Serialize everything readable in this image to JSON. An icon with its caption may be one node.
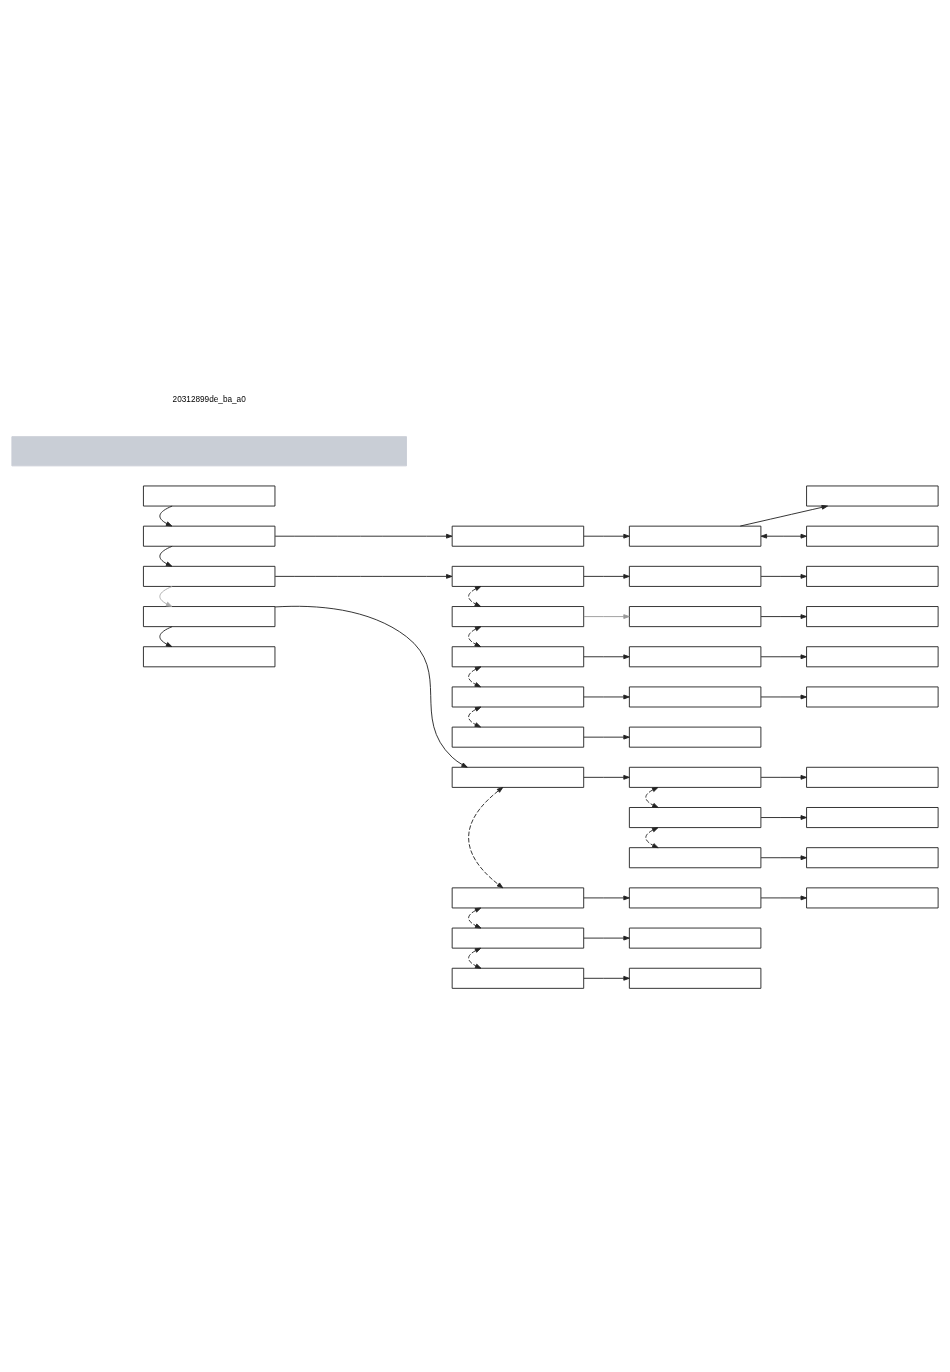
{
  "diagram": {
    "nodes": [
      {
        "text": [],
        "shape": "bar"
      },
      {
        "text": [],
        "shape": "box"
      },
      {
        "text": [],
        "shape": "box"
      },
      {
        "text": [],
        "shape": "box"
      },
      {
        "text": [],
        "shape": "box"
      },
      {
        "text": [],
        "shape": "box"
      },
      {
        "text": [],
        "shape": "box"
      },
      {
        "text": [],
        "shape": "box"
      },
      {
        "text": [],
        "shape": "box"
      },
      {
        "text": [],
        "shape": "box"
      },
      {
        "text": [],
        "shape": "box"
      },
      {
        "text": [],
        "shape": "box"
      },
      {
        "text": [],
        "shape": "box"
      },
      {
        "text": [],
        "shape": "box"
      },
      {
        "text": [],
        "shape": "box"
      },
      {
        "text": [],
        "shape": "box"
      },
      {
        "text": [],
        "shape": "box"
      },
      {
        "text": [],
        "shape": "box"
      },
      {
        "text": [],
        "shape": "box"
      },
      {
        "text": [],
        "shape": "box"
      },
      {
        "text": [],
        "shape": "box"
      },
      {
        "text": [],
        "shape": "box"
      },
      {
        "text": [],
        "shape": "box"
      },
      {
        "text": [],
        "shape": "box"
      },
      {
        "text": [],
        "shape": "box"
      },
      {
        "text": [],
        "shape": "box"
      },
      {
        "text": [],
        "shape": "box"
      },
      {
        "text": [],
        "shape": "box"
      },
      {
        "text": [],
        "shape": "box"
      },
      {
        "text": [],
        "shape": "box"
      },
      {
        "text": [],
        "shape": "box"
      },
      {
        "text": [],
        "shape": "box"
      },
      {
        "text": [],
        "shape": "box"
      },
      {
        "text": [],
        "shape": "box"
      },
      {
        "text": [],
        "shape": "box"
      },
      {
        "text": [],
        "shape": "box"
      },
      {
        "text": [],
        "shape": "box"
      },
      {
        "text": [],
        "shape": "box"
      }
    ],
    "edges": [
      {
        "from": 1,
        "to": 2,
        "arrow": "to"
      },
      {
        "from": 2,
        "to": 3,
        "arrow": "to"
      },
      {
        "from": 3,
        "to": 4,
        "arrow": "to"
      },
      {
        "from": 4,
        "to": 5,
        "arrow": "to"
      },
      {
        "from": 4,
        "to": 6,
        "arrow": "both"
      },
      {
        "from": 2,
        "to": 7,
        "arrow": "to"
      },
      {
        "from": 7,
        "to": 8,
        "arrow": "to"
      },
      {
        "from": 8,
        "to": 9,
        "arrow": "to"
      },
      {
        "from": 9,
        "to": 10,
        "arrow": "to"
      },
      {
        "from": 8,
        "to": 11,
        "arrow": "both",
        "style": "dashed"
      },
      {
        "from": 11,
        "to": 12,
        "arrow": "to",
        "color": "#999999"
      },
      {
        "from": 12,
        "to": 13,
        "arrow": "to"
      },
      {
        "from": 11,
        "to": 14,
        "arrow": "both",
        "style": "dashed"
      },
      {
        "from": 14,
        "to": 15,
        "arrow": "to"
      },
      {
        "from": 15,
        "to": 16,
        "arrow": "to"
      },
      {
        "from": 14,
        "to": 17,
        "arrow": "both",
        "style": "dashed"
      },
      {
        "from": 17,
        "to": 18,
        "arrow": "to"
      },
      {
        "from": 18,
        "to": 19,
        "arrow": "to"
      },
      {
        "from": 17,
        "to": 20,
        "arrow": "both",
        "style": "dashed"
      },
      {
        "from": 20,
        "to": 21,
        "arrow": "to"
      },
      {
        "from": 7,
        "to": 22,
        "arrow": "to",
        "color": "#aaaaaa"
      },
      {
        "from": 22,
        "to": 23,
        "arrow": "to"
      },
      {
        "from": 23,
        "to": 24,
        "arrow": "to"
      },
      {
        "from": 24,
        "to": 25,
        "arrow": "to"
      },
      {
        "from": 24,
        "to": 26,
        "arrow": "both",
        "style": "dashed"
      },
      {
        "from": 26,
        "to": 27,
        "arrow": "to"
      },
      {
        "from": 26,
        "to": 28,
        "arrow": "both",
        "style": "dashed"
      },
      {
        "from": 28,
        "to": 29,
        "arrow": "to"
      },
      {
        "from": 23,
        "to": 30,
        "arrow": "both",
        "style": "dashed"
      },
      {
        "from": 30,
        "to": 31,
        "arrow": "to"
      },
      {
        "from": 31,
        "to": 32,
        "arrow": "to"
      },
      {
        "from": 30,
        "to": 33,
        "arrow": "both",
        "style": "dashed"
      },
      {
        "from": 33,
        "to": 34,
        "arrow": "to"
      },
      {
        "from": 33,
        "to": 35,
        "arrow": "both",
        "style": "dashed"
      },
      {
        "from": 35,
        "to": 36,
        "arrow": "to"
      },
      {
        "from": 22,
        "to": 37,
        "arrow": "to"
      }
    ],
    "labels": [
      "20312899de_ba_a0"
    ]
  }
}
